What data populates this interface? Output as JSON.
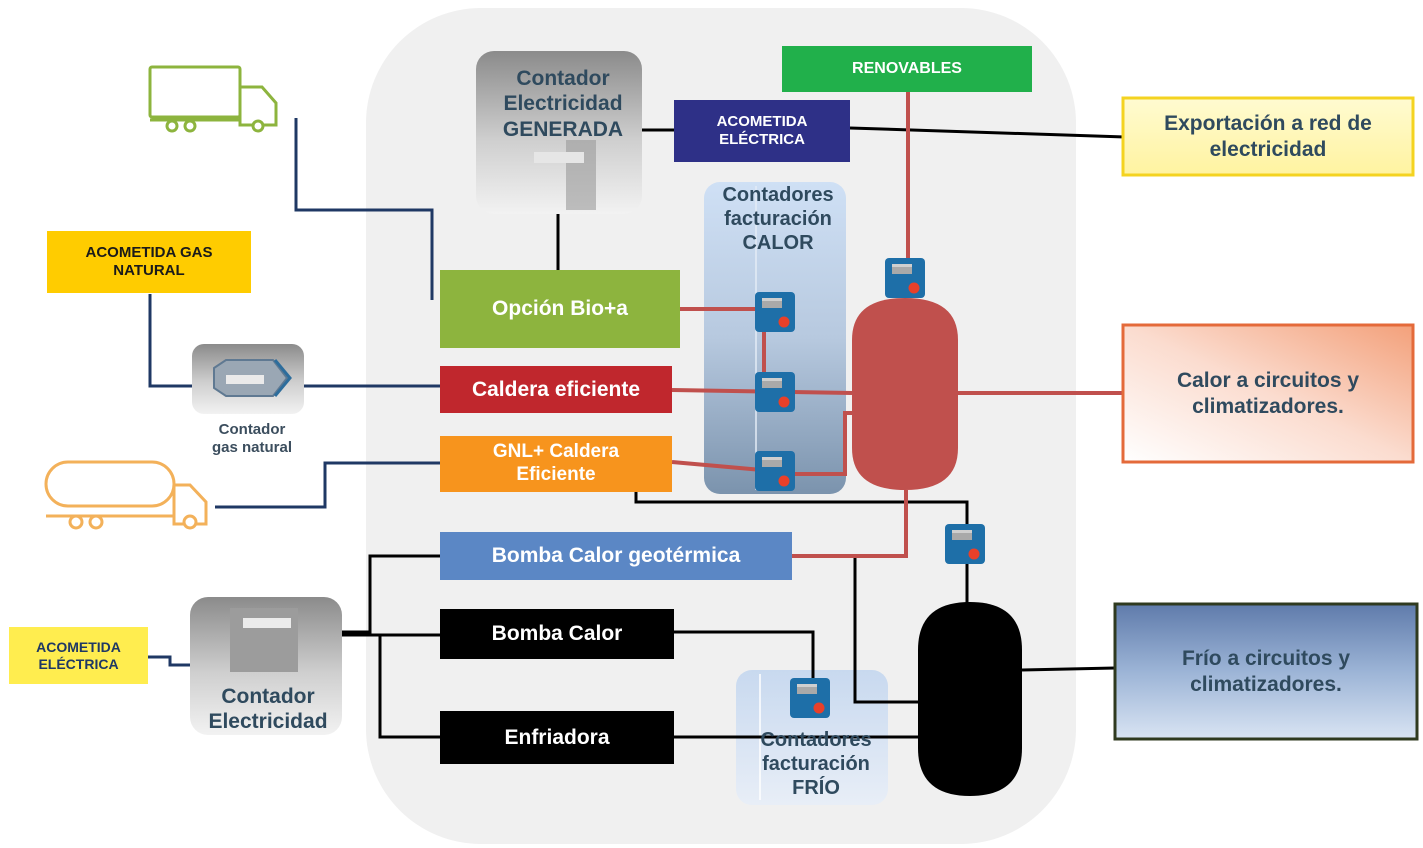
{
  "meters": {
    "generated": "Contador\nElectricidad\nGENERADA",
    "heat_billing": "Contadores\nfacturación CALOR",
    "gas": "Contador\ngas natural",
    "electricity": "Contador\nElectricidad",
    "cold_billing": "Contadores\nfacturación\nFRÍO"
  },
  "sources": {
    "renewables": "RENOVABLES",
    "electric_connection_top": "ACOMETIDA\nELÉCTRICA",
    "gas_connection": "ACOMETIDA GAS\nNATURAL",
    "electric_connection_left": "ACOMETIDA\nELÉCTRICA"
  },
  "generators": {
    "bio": "Opción Bio+a",
    "boiler": "Caldera eficiente",
    "gnl": "GNL+ Caldera\nEficiente",
    "geothermal": "Bomba Calor geotérmica",
    "heat_pump": "Bomba Calor",
    "chiller": "Enfriadora"
  },
  "outputs": {
    "export": "Exportación a red de\nelectricidad",
    "heat": "Calor a circuitos y\nclimatizadores.",
    "cold": "Frío a  circuitos y\nclimatizadores."
  },
  "icons": {
    "truck_green": "truck-icon",
    "tanker_orange": "tanker-truck-icon",
    "heat_meter": "heat-meter-icon"
  },
  "colors": {
    "red_pipe": "#c0504d",
    "bio_green": "#8db43e",
    "boiler_red": "#c0272d",
    "gnl_orange": "#f7941d",
    "geo_blue": "#5b87c5",
    "renew_green": "#21b04b",
    "navy": "#2e3087",
    "gas_yellow": "#ffcc00"
  }
}
